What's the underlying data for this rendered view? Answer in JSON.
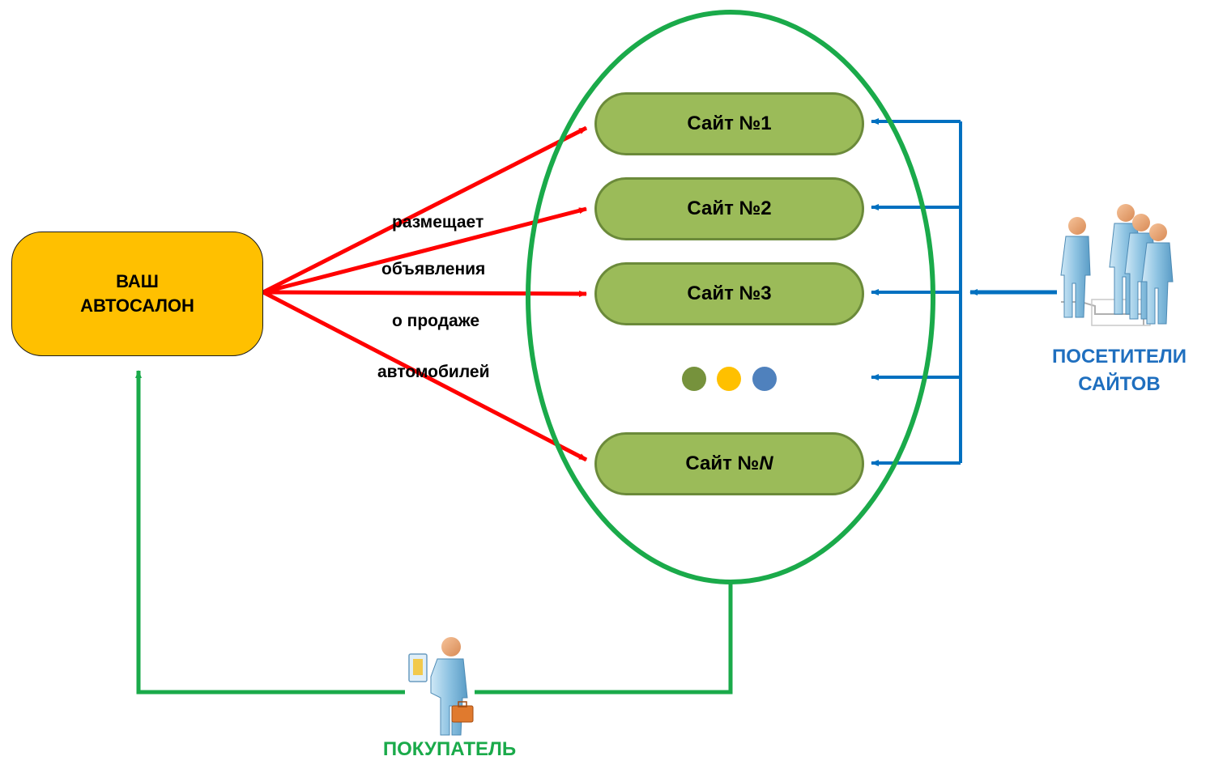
{
  "dealer": {
    "line1": "ВАШ",
    "line2": "АВТОСАЛОН",
    "fill": "#ffc000"
  },
  "sites": [
    {
      "prefix": "Сайт №",
      "num": "1"
    },
    {
      "prefix": "Сайт №",
      "num": "2"
    },
    {
      "prefix": "Сайт №",
      "num": "3"
    },
    {
      "prefix": "Сайт №",
      "num": "N"
    }
  ],
  "action_text": [
    "размещает",
    "объявления",
    "о продаже",
    "автомобилей"
  ],
  "visitors": {
    "line1": "ПОСЕТИТЕЛИ",
    "line2": "САЙТОВ",
    "color": "#1f6fbf"
  },
  "buyer": {
    "label": "ПОКУПАТЕЛЬ",
    "color": "#1aaa4a"
  },
  "dots": [
    "#76923c",
    "#ffc000",
    "#4f81bd"
  ],
  "colors": {
    "red_arrow": "#ff0000",
    "blue_arrow": "#0070c0",
    "green_line": "#1aaa4a",
    "site_fill": "#9bbb59"
  }
}
